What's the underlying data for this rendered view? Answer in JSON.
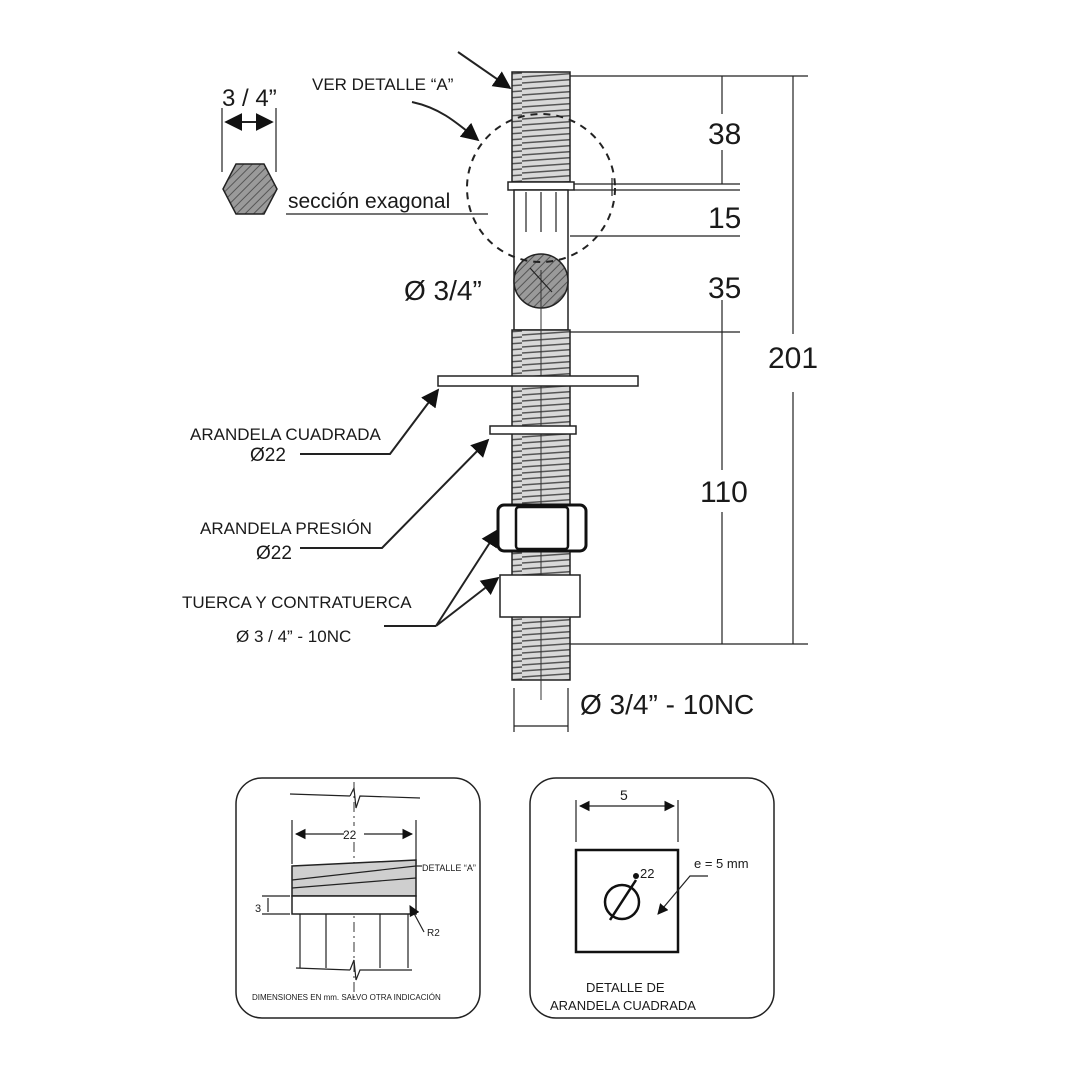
{
  "main_drawing": {
    "ver_detalle": "VER DETALLE “A”",
    "hex_size": "3 / 4”",
    "hex_label": "sección exagonal",
    "diameter_label": "Ø 3/4”",
    "arandela_cuadrada": "ARANDELA CUADRADA",
    "arandela_cuadrada_dim": "Ø22",
    "arandela_presion": "ARANDELA  PRESIÓN",
    "arandela_presion_dim": "Ø22",
    "tuerca": "TUERCA Y CONTRATUERCA",
    "tuerca_dim": "Ø 3 / 4” - 10NC",
    "thread_spec": "Ø 3/4” - 10NC",
    "dims": {
      "d38": "38",
      "d15": "15",
      "d35": "35",
      "d110": "110",
      "d201": "201"
    }
  },
  "detail_a": {
    "width": "22",
    "label": "DETALLE “A”",
    "height": "3",
    "radius": "R2",
    "note": "DIMENSIONES EN mm. SALVO OTRA INDICACIÓN"
  },
  "detail_washer": {
    "width": "5",
    "hole": "22",
    "thickness": "e = 5 mm",
    "title_line1": "DETALLE DE",
    "title_line2": "ARANDELA CUADRADA"
  }
}
